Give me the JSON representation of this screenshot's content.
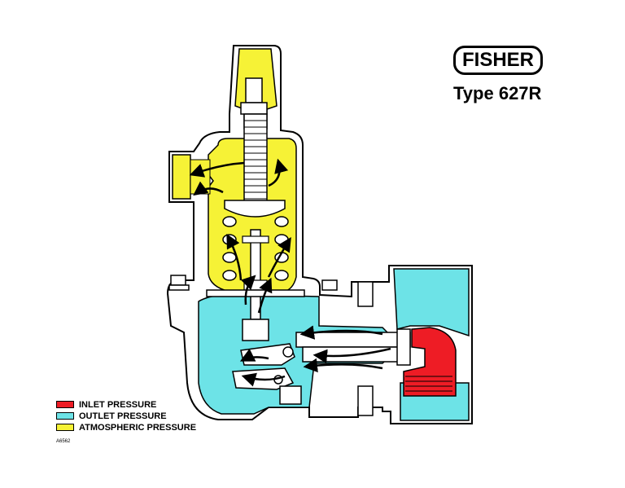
{
  "header": {
    "brand": "FISHER",
    "model": "Type 627R"
  },
  "legend": {
    "items": [
      {
        "label": "INLET PRESSURE",
        "color": "#ee1c25"
      },
      {
        "label": "OUTLET PRESSURE",
        "color": "#6de3e7"
      },
      {
        "label": "ATMOSPHERIC PRESSURE",
        "color": "#f6f236"
      }
    ]
  },
  "drawing_number": "A6562",
  "colors": {
    "inlet": "#ee1c25",
    "outlet": "#6de3e7",
    "atmospheric": "#f6f236",
    "body": "#ffffff",
    "outline": "#000000"
  }
}
